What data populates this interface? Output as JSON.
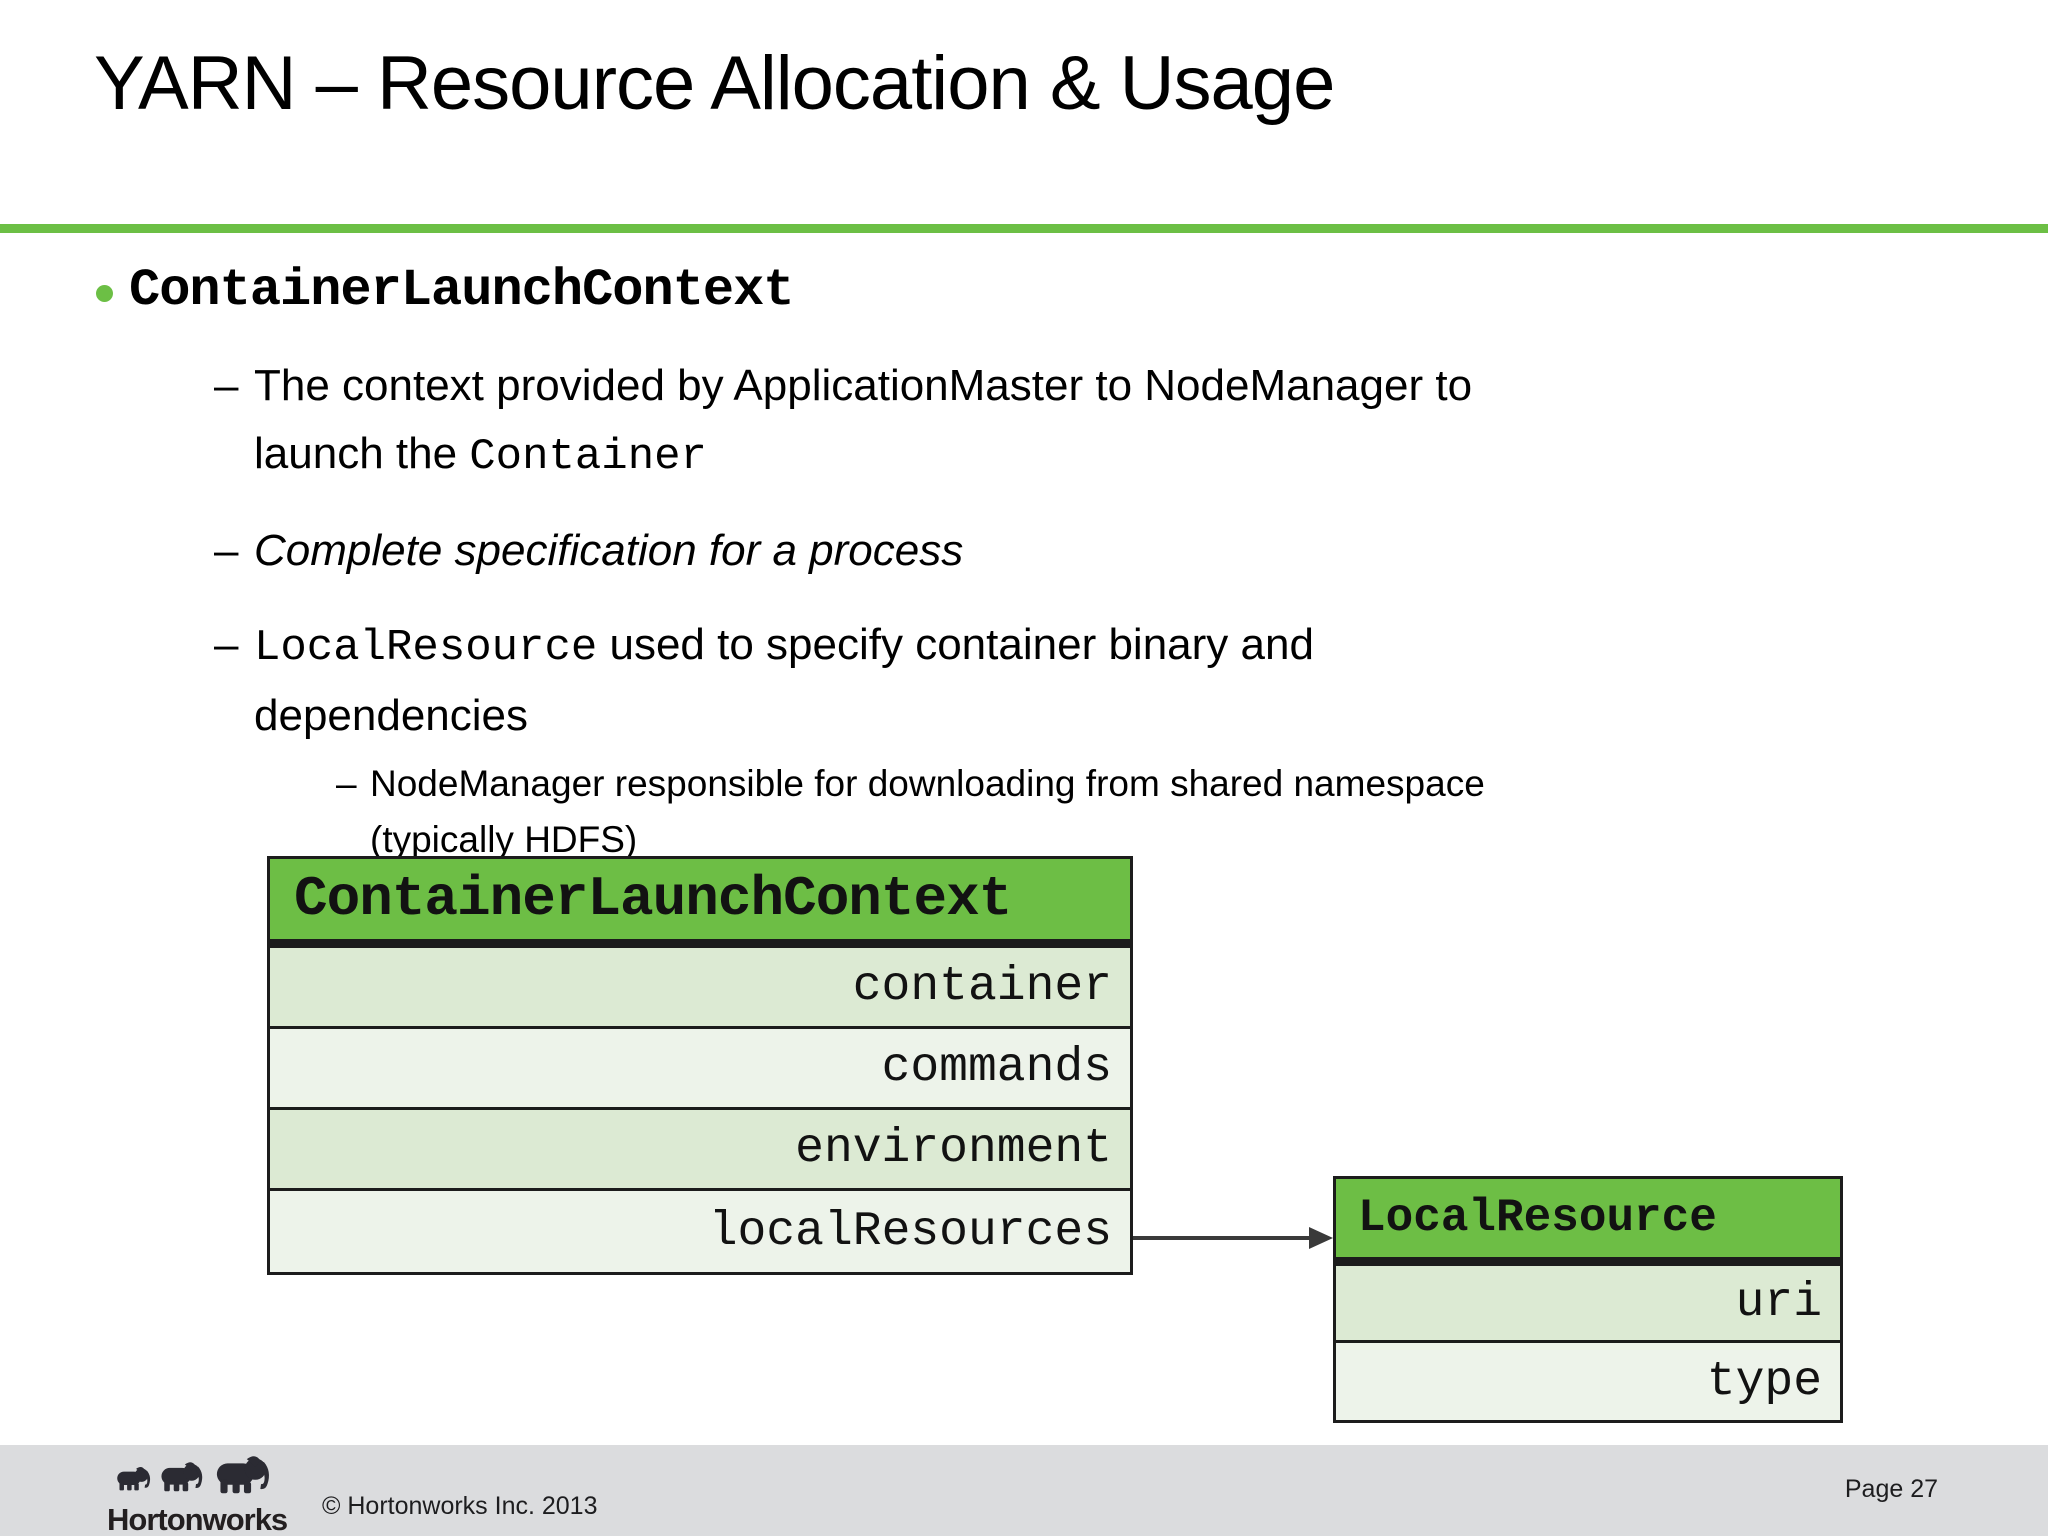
{
  "slide": {
    "title": "YARN – Resource Allocation & Usage",
    "markers": {
      "dot": "•",
      "dash": "–"
    },
    "bullets": {
      "main": "ContainerLaunchContext",
      "sub1_line1": "The context provided by ApplicationMaster to NodeManager to",
      "sub1_line2_prefix": "launch the ",
      "sub1_line2_code": "Container",
      "sub2": "Complete specification for a process",
      "sub3_code": "LocalResource",
      "sub3_rest": " used to specify container binary and",
      "sub3_line2": "dependencies",
      "sub4_line1": "NodeManager responsible for downloading from shared namespace",
      "sub4_line2": "(typically HDFS)"
    }
  },
  "diagram": {
    "clc": {
      "title": "ContainerLaunchContext",
      "fields": [
        "container",
        "commands",
        "environment",
        "localResources"
      ]
    },
    "lr": {
      "title": "LocalResource",
      "fields": [
        "uri",
        "type"
      ]
    },
    "arrow": "association from localResources to LocalResource"
  },
  "footer": {
    "logo_text": "Hortonworks",
    "copyright": "© Hortonworks Inc. 2013",
    "page": "Page 27"
  },
  "colors": {
    "accent_green": "#6cbf45",
    "table_header_green": "#6dbe45",
    "row_green": "#dcead3",
    "row_pale": "#edf3ea",
    "border_dark": "#1c1c1c",
    "footer_bg": "#dbdcde",
    "text": "#000000"
  }
}
